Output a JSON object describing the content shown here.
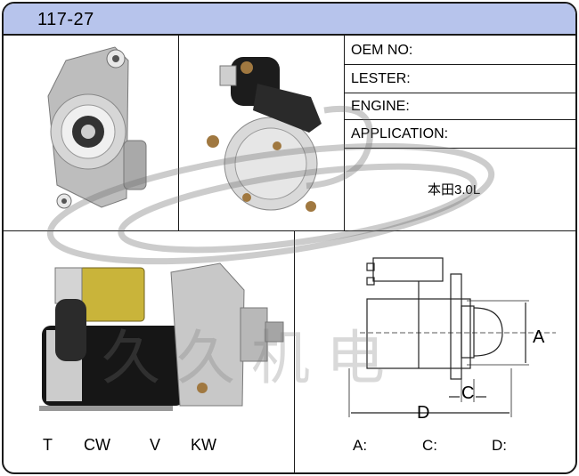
{
  "header": {
    "part_number": "117-27"
  },
  "specs": {
    "oem_label": "OEM NO:",
    "lester_label": "LESTER:",
    "engine_label": "ENGINE:",
    "application_label": "APPLICATION:",
    "application_note": "本田3.0L"
  },
  "codes": {
    "t": "T",
    "cw": "CW",
    "v": "V",
    "kw": "KW"
  },
  "dimensions": {
    "a_label": "A:",
    "c_label": "C:",
    "d_label": "D:",
    "diagram_a": "A",
    "diagram_c": "C",
    "diagram_d": "D"
  },
  "watermark": {
    "text": "久久机电"
  },
  "colors": {
    "header_bg": "#b7c4ec",
    "border": "#1a1a1a",
    "solenoid": "#c9b43a",
    "housing": "#c8c8c8",
    "motor_body": "#161616"
  }
}
